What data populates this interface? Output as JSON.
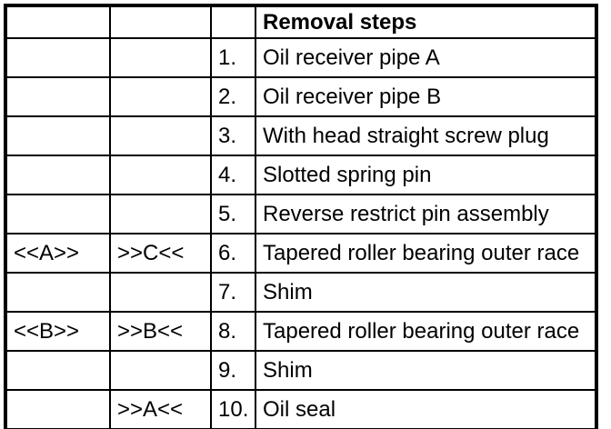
{
  "colors": {
    "border": "#000000",
    "background": "#ffffff",
    "text": "#000000"
  },
  "header": {
    "title": "Removal steps"
  },
  "rows": [
    {
      "mark_left": "",
      "mark_right": "",
      "num": "1.",
      "desc": "Oil receiver pipe A"
    },
    {
      "mark_left": "",
      "mark_right": "",
      "num": "2.",
      "desc": "Oil receiver pipe B"
    },
    {
      "mark_left": "",
      "mark_right": "",
      "num": "3.",
      "desc": "With head straight screw plug"
    },
    {
      "mark_left": "",
      "mark_right": "",
      "num": "4.",
      "desc": "Slotted spring pin"
    },
    {
      "mark_left": "",
      "mark_right": "",
      "num": "5.",
      "desc": "Reverse restrict pin assembly"
    },
    {
      "mark_left": "<<A>>",
      "mark_right": ">>C<<",
      "num": "6.",
      "desc": "Tapered roller bearing outer race"
    },
    {
      "mark_left": "",
      "mark_right": "",
      "num": "7.",
      "desc": "Shim"
    },
    {
      "mark_left": "<<B>>",
      "mark_right": ">>B<<",
      "num": "8.",
      "desc": "Tapered roller bearing outer race"
    },
    {
      "mark_left": "",
      "mark_right": "",
      "num": "9.",
      "desc": "Shim"
    },
    {
      "mark_left": "",
      "mark_right": ">>A<<",
      "num": "10.",
      "desc": "Oil seal"
    }
  ]
}
